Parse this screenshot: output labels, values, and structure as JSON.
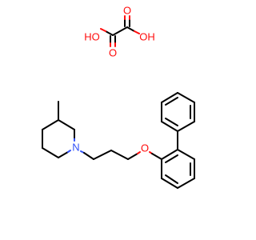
{
  "molecule": {
    "atoms": {
      "oxalic_ho_left": "HO",
      "oxalic_oh_right": "OH",
      "oxalic_o_top": "O",
      "oxalic_o_bottom": "O",
      "piperidine_n": "N",
      "ether_o": "O"
    },
    "colors": {
      "bond": "#000000",
      "oxygen": "#ff0d0d",
      "nitrogen": "#3050f8",
      "background": "#ffffff"
    }
  }
}
